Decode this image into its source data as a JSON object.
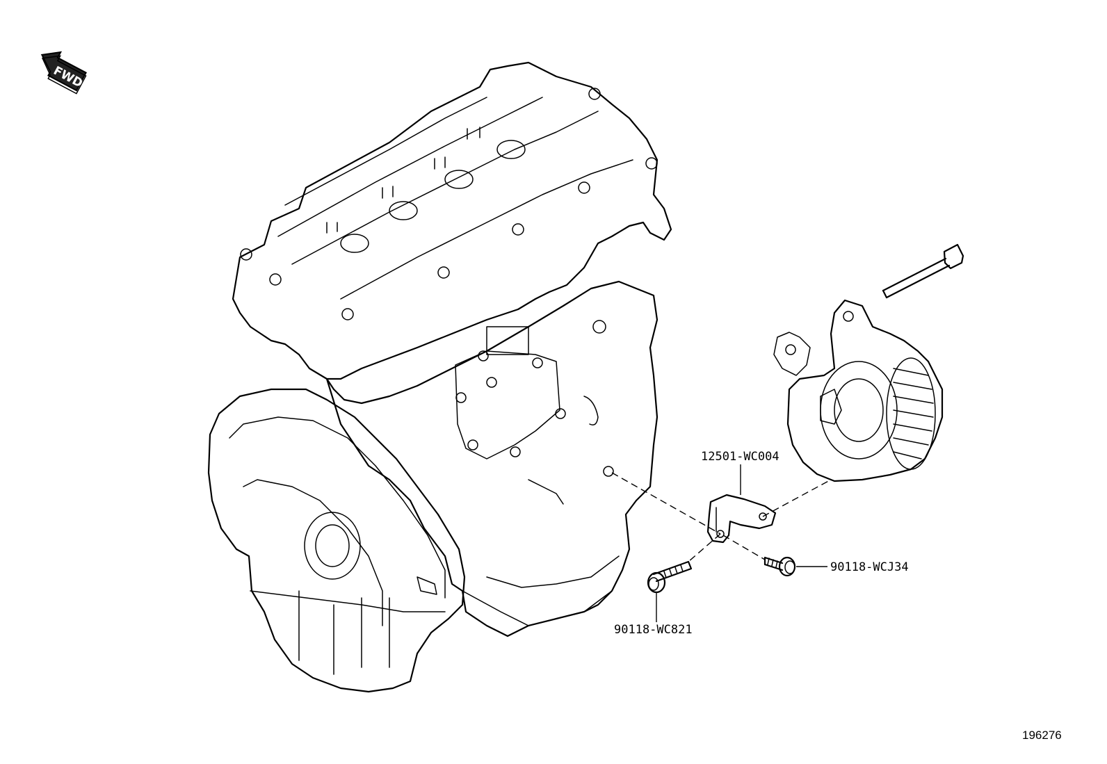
{
  "direction_indicator": {
    "label": "FWD",
    "icon": "forward-arrow-icon"
  },
  "figure_number": "196276",
  "parts": [
    {
      "part_number": "12501-WC004",
      "component": "bracket"
    },
    {
      "part_number": "90118-WCJ34",
      "component": "flange-bolt"
    },
    {
      "part_number": "90118-WC821",
      "component": "stud-bolt"
    }
  ]
}
